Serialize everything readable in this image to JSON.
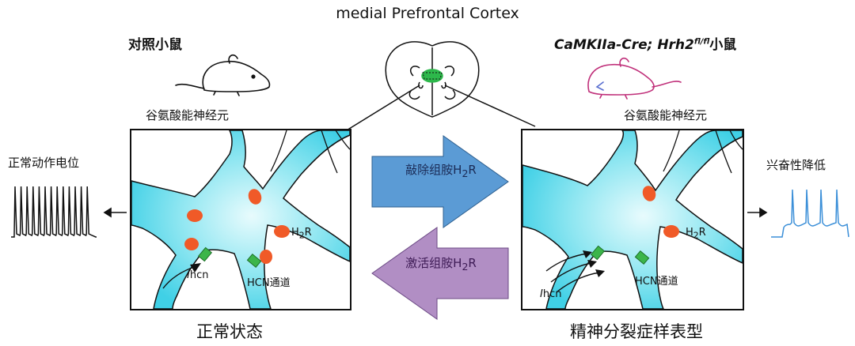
{
  "title": "medial Prefrontal Cortex",
  "control": {
    "heading": "对照小鼠",
    "neuron_label": "谷氨酸能神经元",
    "state_label": "正常状态",
    "firing_label": "正常动作电位",
    "receptor_label_main": "H",
    "receptor_label_sub": "2",
    "receptor_label_end": "R",
    "channel_label": "HCN通道",
    "current_label_i": "I",
    "current_label_rest": "hcn"
  },
  "knockout": {
    "heading_italic": "CaMKIIa-Cre; Hrh2",
    "heading_sup": "fl/fl",
    "heading_cn": "小鼠",
    "neuron_label": "谷氨酸能神经元",
    "state_label": "精神分裂症样表型",
    "firing_label": "兴奋性降低",
    "receptor_label_main": "H",
    "receptor_label_sub": "2",
    "receptor_label_end": "R",
    "channel_label": "HCN通道",
    "current_label_i": "I",
    "current_label_rest": "hcn"
  },
  "arrows": {
    "forward_text_main": "敲除组胺H",
    "forward_text_sub": "2",
    "forward_text_end": "R",
    "forward_color": "#5b9bd5",
    "backward_text_main": "激活组胺H",
    "backward_text_sub": "2",
    "backward_text_end": "R",
    "backward_color": "#b18ec4"
  },
  "colors": {
    "neuron_fill": "#4fd6e8",
    "receptor": "#f05a28",
    "channel": "#3cb54a",
    "trace_normal": "#111111",
    "trace_reduced": "#3b8fd8",
    "mouse_control": "#111111",
    "mouse_ko": "#c0307a",
    "pfc_highlight": "#2db84b"
  }
}
